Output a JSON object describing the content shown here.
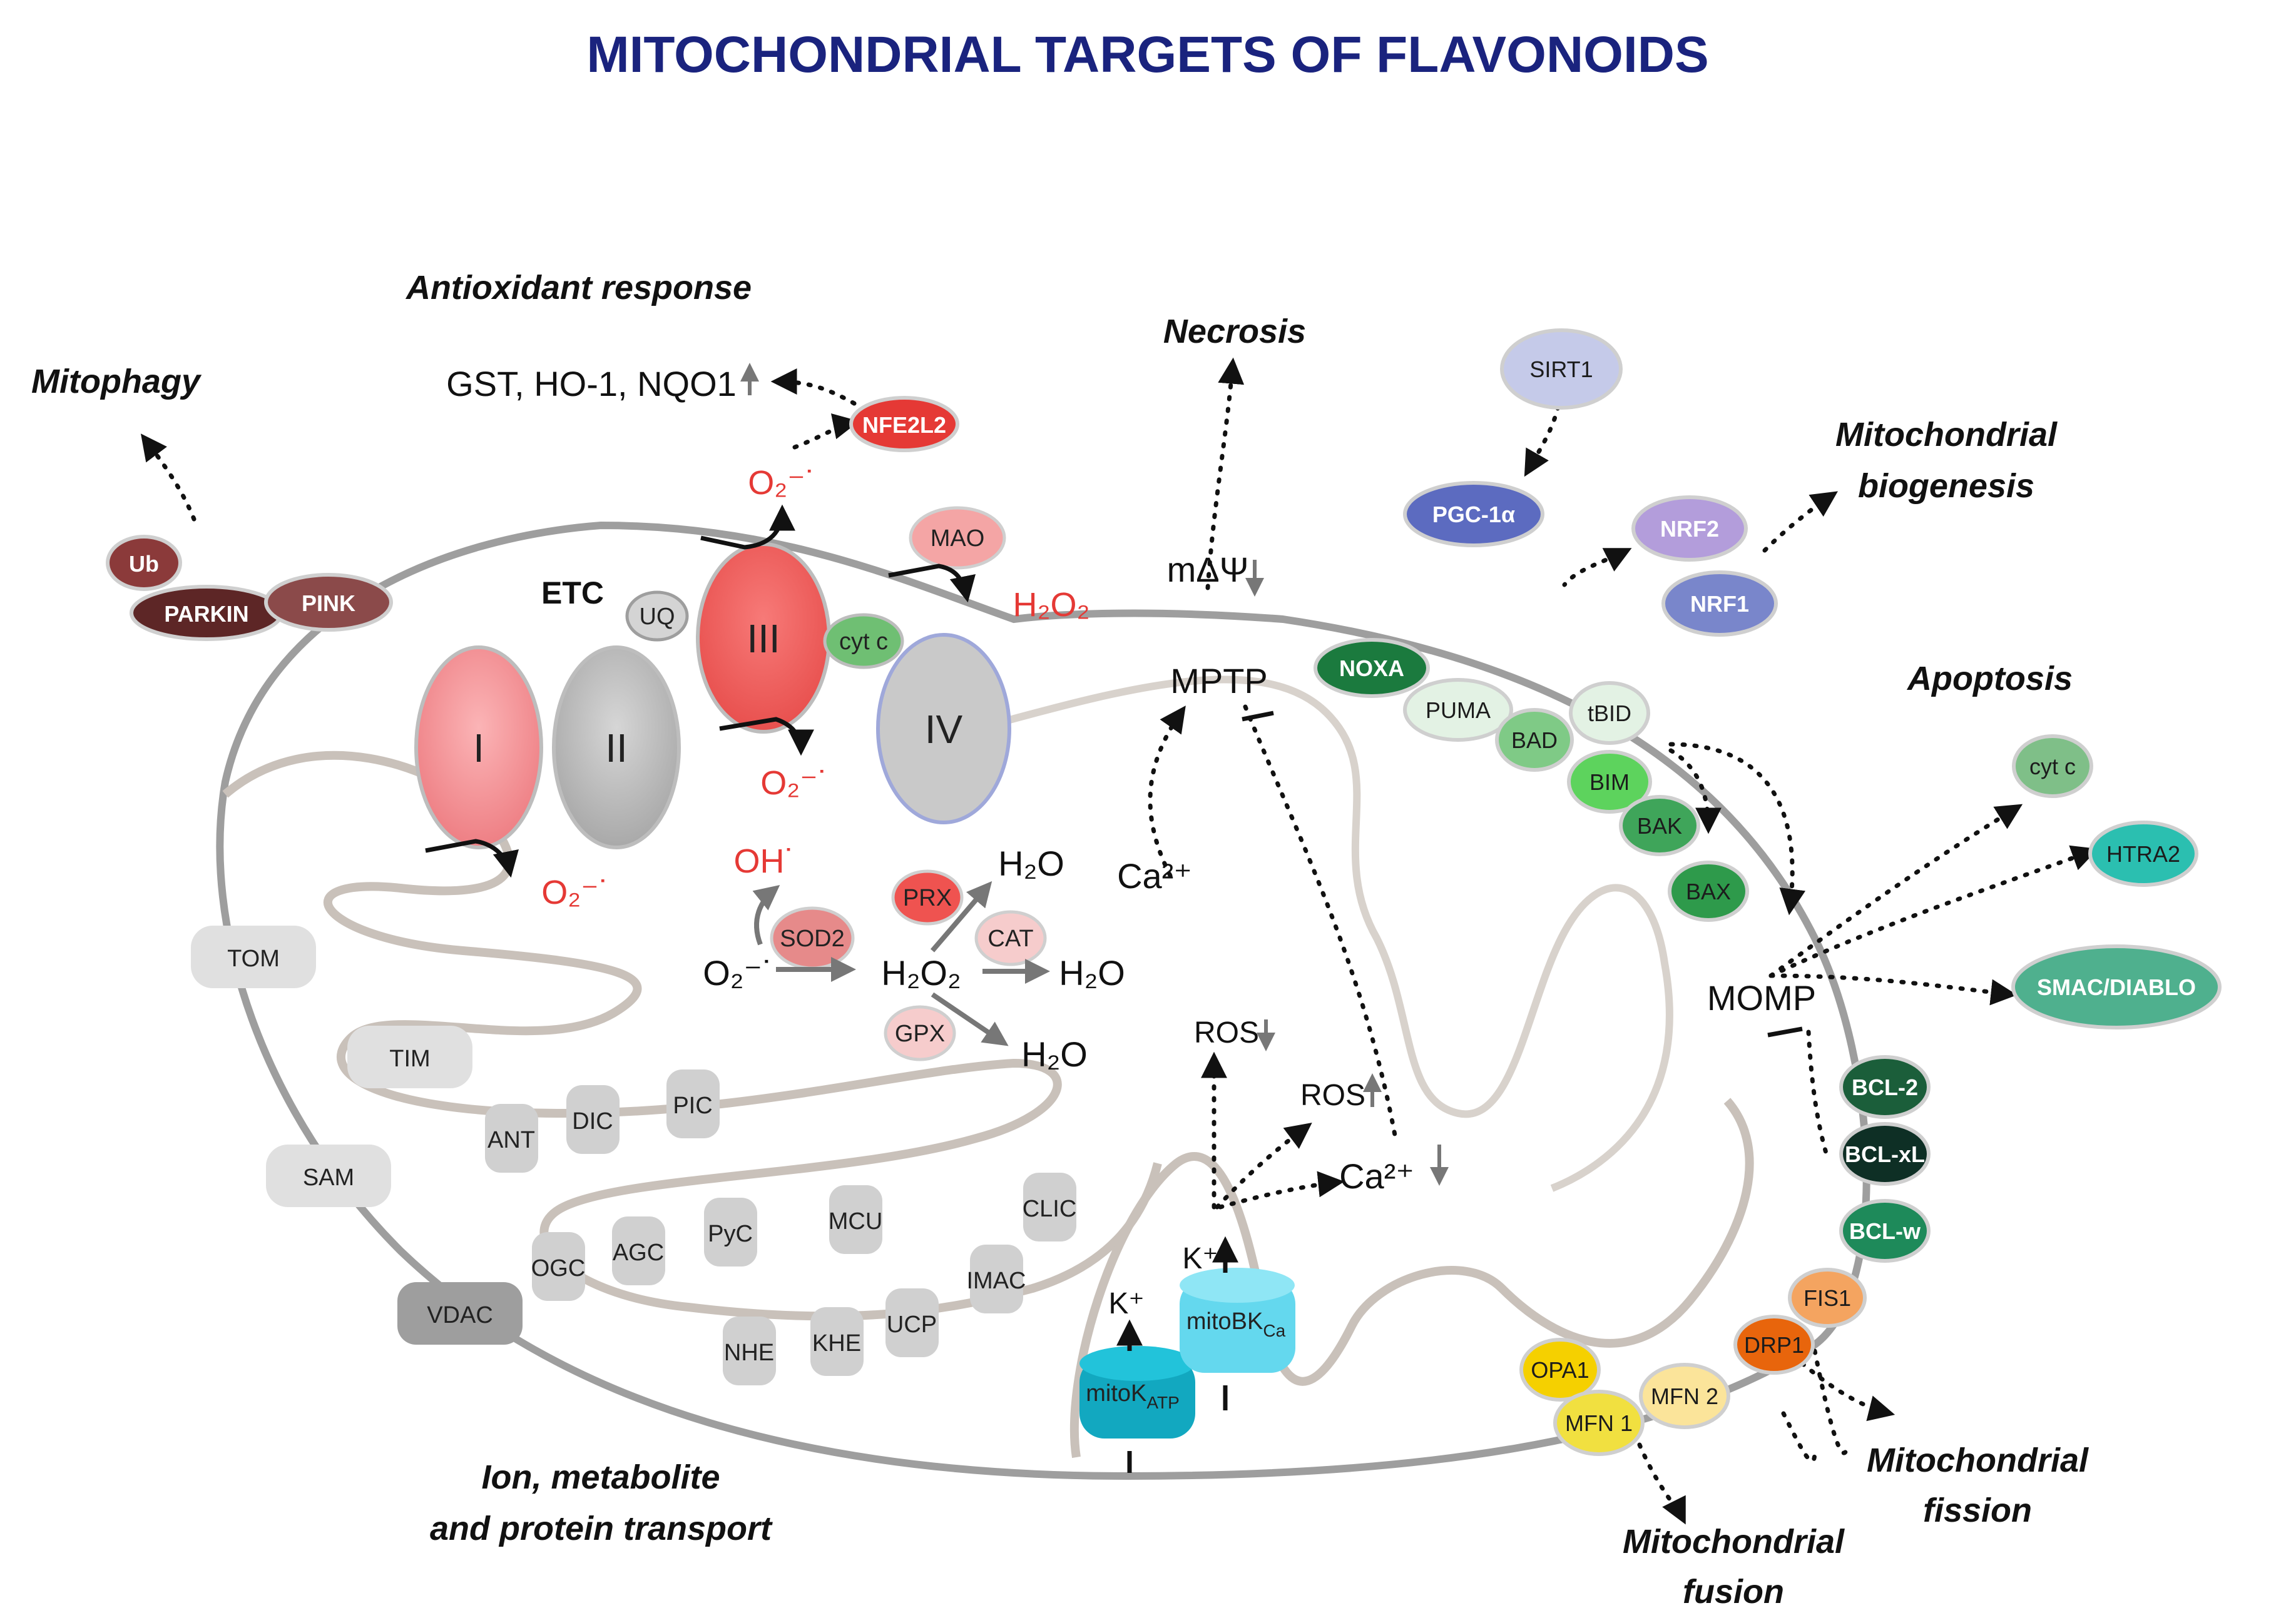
{
  "title": "MITOCHONDRIAL TARGETS OF FLAVONOIDS",
  "sections": {
    "antioxidant": "Antioxidant response",
    "mitophagy": "Mitophagy",
    "necrosis": "Necrosis",
    "biogenesis_1": "Mitochondrial",
    "biogenesis_2": "biogenesis",
    "apoptosis": "Apoptosis",
    "transport_1": "Ion, metabolite",
    "transport_2": "and protein transport",
    "fusion_1": "Mitochondrial",
    "fusion_2": "fusion",
    "fission_1": "Mitochondrial",
    "fission_2": "fission"
  },
  "genes_text": "GST, HO-1, NQO1",
  "etc": {
    "label": "ETC",
    "complexes": [
      "I",
      "II",
      "III",
      "IV"
    ],
    "uq": "UQ",
    "cytc": "cyt c"
  },
  "ros": {
    "superoxide": "O₂⁻˙",
    "h2o2": "H₂O₂",
    "oh": "OH˙",
    "o2_sod": "O₂⁻˙",
    "h2o2_center": "H₂O₂",
    "h2o": "H₂O"
  },
  "proteins": {
    "nfe2l2": "NFE2L2",
    "mao": "MAO",
    "ub": "Ub",
    "parkin": "PARKIN",
    "pink": "PINK",
    "sirt1": "SIRT1",
    "pgc1a": "PGC-1α",
    "nrf2": "NRF2",
    "nrf1": "NRF1",
    "noxa": "NOXA",
    "puma": "PUMA",
    "bad": "BAD",
    "tbid": "tBID",
    "bim": "BIM",
    "bak": "BAK",
    "bax": "BAX",
    "cytc_out": "cyt c",
    "htra2": "HTRA2",
    "smac": "SMAC/DIABLO",
    "bcl2": "BCL-2",
    "bclxl": "BCL-xL",
    "bclw": "BCL-w",
    "fis1": "FIS1",
    "drp1": "DRP1",
    "opa1": "OPA1",
    "mfn1": "MFN 1",
    "mfn2": "MFN 2",
    "sod2": "SOD2",
    "prx": "PRX",
    "cat": "CAT",
    "gpx": "GPX"
  },
  "transporters": [
    "TOM",
    "TIM",
    "SAM",
    "VDAC",
    "ANT",
    "DIC",
    "PIC",
    "OGC",
    "AGC",
    "PyC",
    "MCU",
    "CLIC",
    "IMAC",
    "UCP",
    "KHE",
    "NHE"
  ],
  "mptp": {
    "label": "MPTP",
    "potential": "mΔΨ",
    "ca": "Ca²⁺",
    "ros_down": "ROS",
    "ros_up": "ROS",
    "ca_down": "Ca²⁺"
  },
  "momp": "MOMP",
  "channels": {
    "katp": "mitoK",
    "katp_sub": "ATP",
    "bk": "mitoBK",
    "bk_sub": "Ca",
    "k": "K⁺"
  },
  "colors": {
    "title": "#1a237e",
    "complex_I": "#f48a8e",
    "complex_III": "#f45a5a",
    "grey": "#bdbdbd",
    "red_text": "#e53935"
  }
}
